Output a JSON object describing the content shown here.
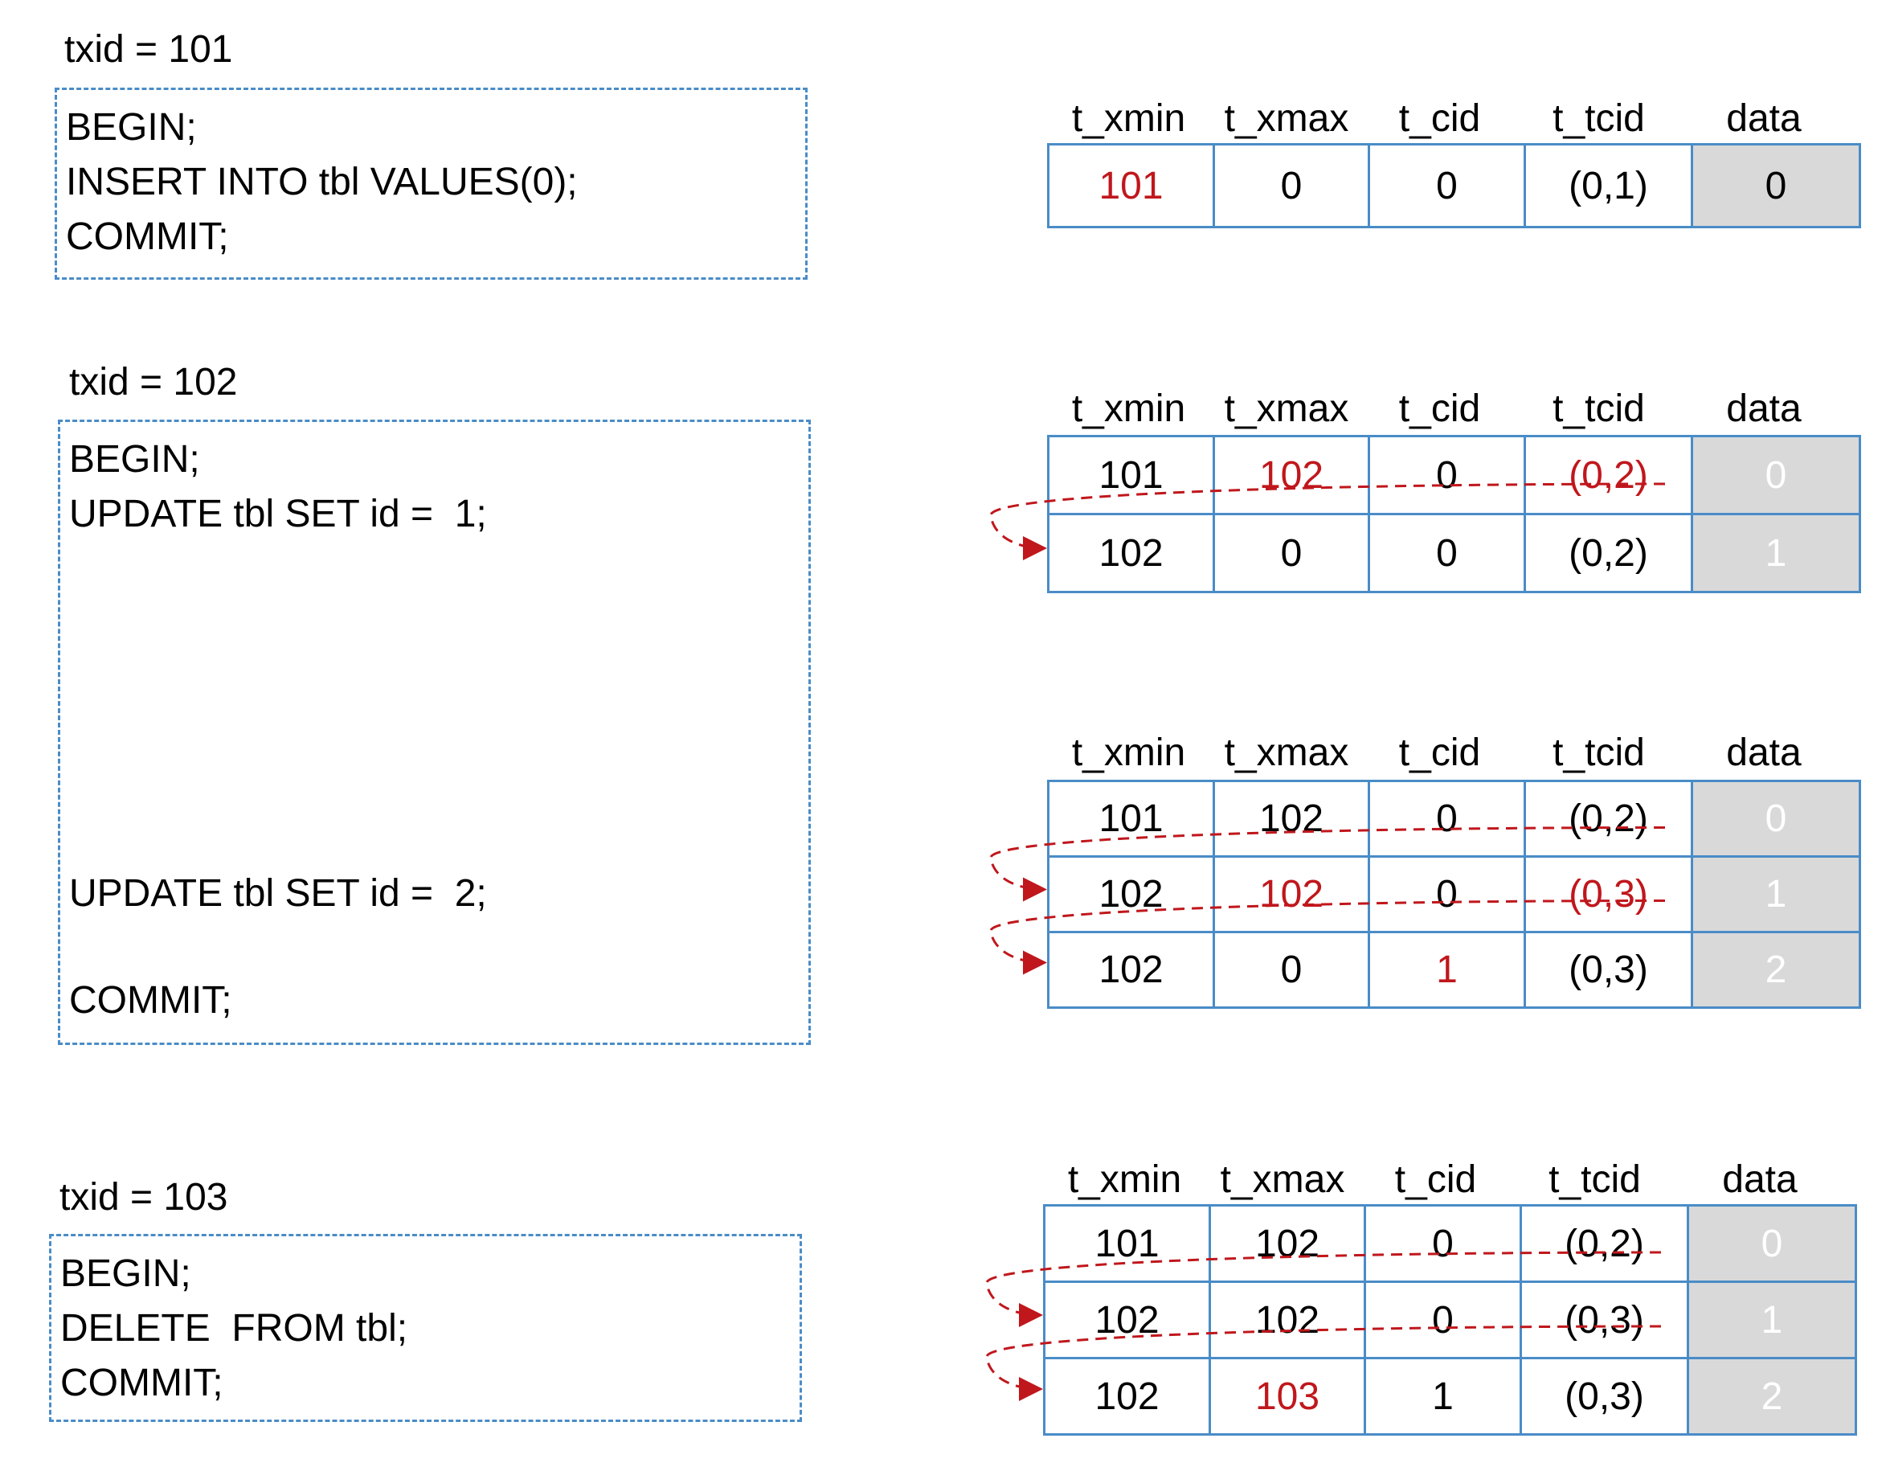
{
  "columns": [
    "t_xmin",
    "t_xmax",
    "t_cid",
    "t_tcid",
    "data"
  ],
  "sections": [
    {
      "txid_label": "txid = 101",
      "sql": [
        "BEGIN;",
        "INSERT INTO tbl VALUES(0);",
        "COMMIT;"
      ]
    },
    {
      "txid_label": "txid = 102",
      "sql": [
        "BEGIN;",
        "UPDATE tbl SET id =  1;",
        "UPDATE tbl SET id =  2;",
        "COMMIT;"
      ]
    },
    {
      "txid_label": "txid = 103",
      "sql": [
        "BEGIN;",
        "DELETE  FROM tbl;",
        "COMMIT;"
      ]
    }
  ],
  "tables": [
    {
      "rows": [
        [
          "101",
          "0",
          "0",
          "(0,1)",
          "0"
        ]
      ],
      "highlight": [
        "red-xmin"
      ]
    },
    {
      "rows": [
        [
          "101",
          "102",
          "0",
          "(0,2)",
          "0"
        ],
        [
          "102",
          "0",
          "0",
          "(0,2)",
          "1"
        ]
      ]
    },
    {
      "rows": [
        [
          "101",
          "102",
          "0",
          "(0,2)",
          "0"
        ],
        [
          "102",
          "102",
          "0",
          "(0,3)",
          "1"
        ],
        [
          "102",
          "0",
          "1",
          "(0,3)",
          "2"
        ]
      ]
    },
    {
      "rows": [
        [
          "101",
          "102",
          "0",
          "(0,2)",
          "0"
        ],
        [
          "102",
          "102",
          "0",
          "(0,3)",
          "1"
        ],
        [
          "102",
          "103",
          "1",
          "(0,3)",
          "2"
        ]
      ]
    }
  ],
  "colors": {
    "border": "#4a8cc7",
    "highlight": "#c0171c",
    "data_fill": "#d9d9d9"
  }
}
